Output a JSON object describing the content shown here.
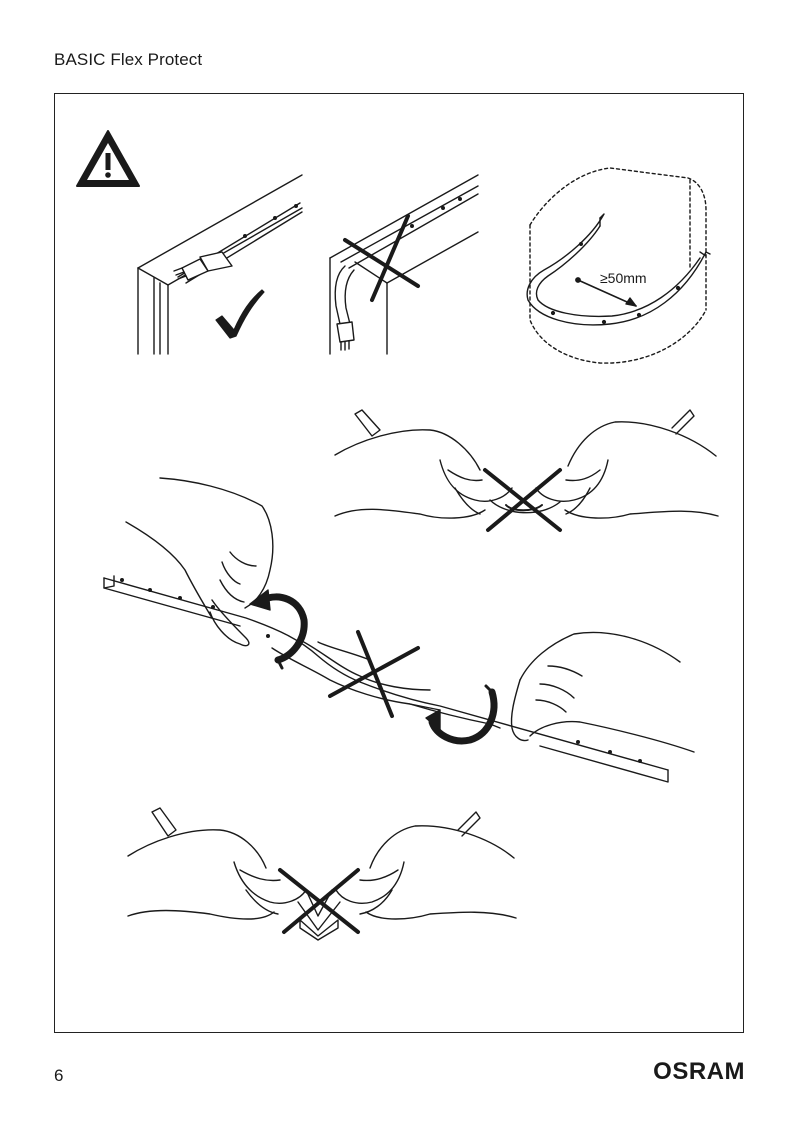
{
  "header": {
    "title": "BASIC Flex Protect"
  },
  "illustration": {
    "warning_icon": "warning-triangle-icon",
    "bend_radius_label": "≥50mm",
    "panels": [
      {
        "name": "edge-mounting-correct",
        "status": "correct"
      },
      {
        "name": "edge-mounting-incorrect",
        "status": "incorrect"
      },
      {
        "name": "minimum-bend-radius",
        "status": "info"
      },
      {
        "name": "pinch-bend-upwards",
        "status": "incorrect"
      },
      {
        "name": "twist-strip",
        "status": "incorrect"
      },
      {
        "name": "pinch-bend-downwards",
        "status": "incorrect"
      }
    ]
  },
  "footer": {
    "page_number": "6",
    "brand": "OSRAM"
  },
  "colors": {
    "ink": "#1a1a1a",
    "background": "#ffffff"
  }
}
